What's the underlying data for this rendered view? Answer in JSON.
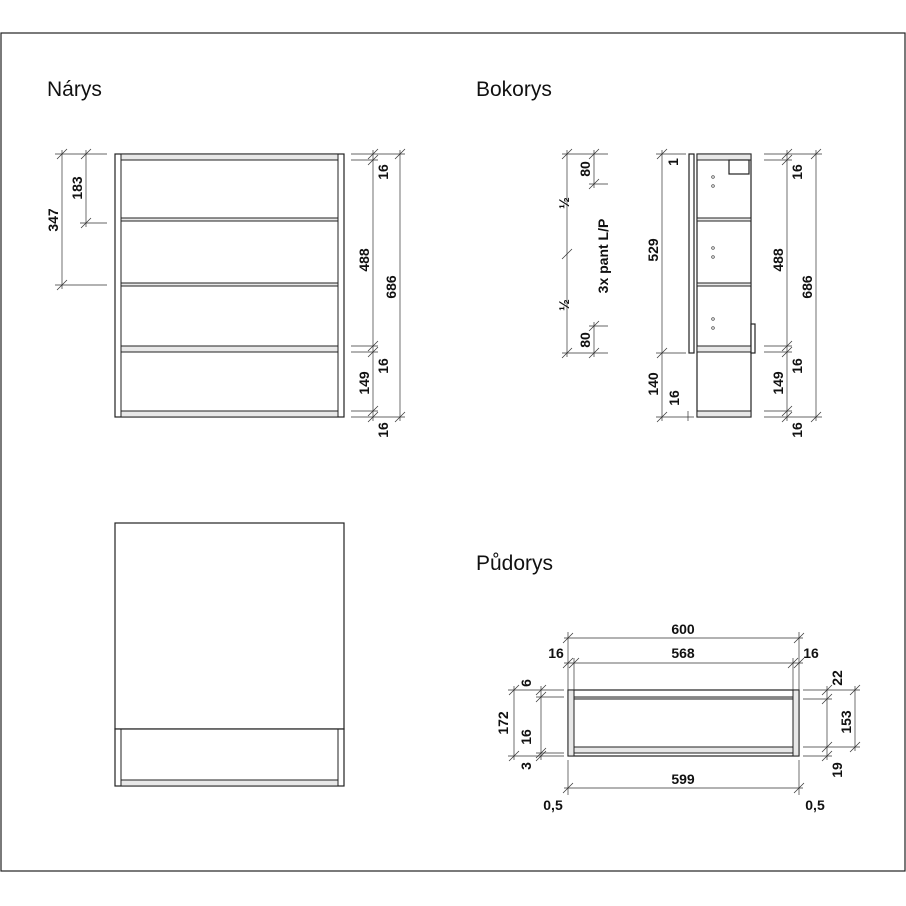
{
  "views": {
    "front": {
      "title": "Nárys"
    },
    "side": {
      "title": "Bokorys"
    },
    "top": {
      "title": "Půdorys"
    }
  },
  "dims": {
    "front": {
      "d347": "347",
      "d183": "183",
      "d16a": "16",
      "d488": "488",
      "d686": "686",
      "d16b": "16",
      "d149": "149",
      "d16c": "16"
    },
    "side": {
      "d80a": "80",
      "half1": "½",
      "hinge": "3x pant L/P",
      "half2": "½",
      "d80b": "80",
      "d1": "1",
      "d529": "529",
      "d140": "140",
      "d16l": "16",
      "d16a": "16",
      "d488": "488",
      "d686": "686",
      "d16b": "16",
      "d149": "149",
      "d16c": "16"
    },
    "top": {
      "d600": "600",
      "d16l": "16",
      "d568": "568",
      "d16r": "16",
      "d6": "6",
      "d172": "172",
      "d16": "16",
      "d3": "3",
      "d22": "22",
      "d153": "153",
      "d19": "19",
      "d599": "599",
      "d05l": "0,5",
      "d05r": "0,5"
    }
  }
}
